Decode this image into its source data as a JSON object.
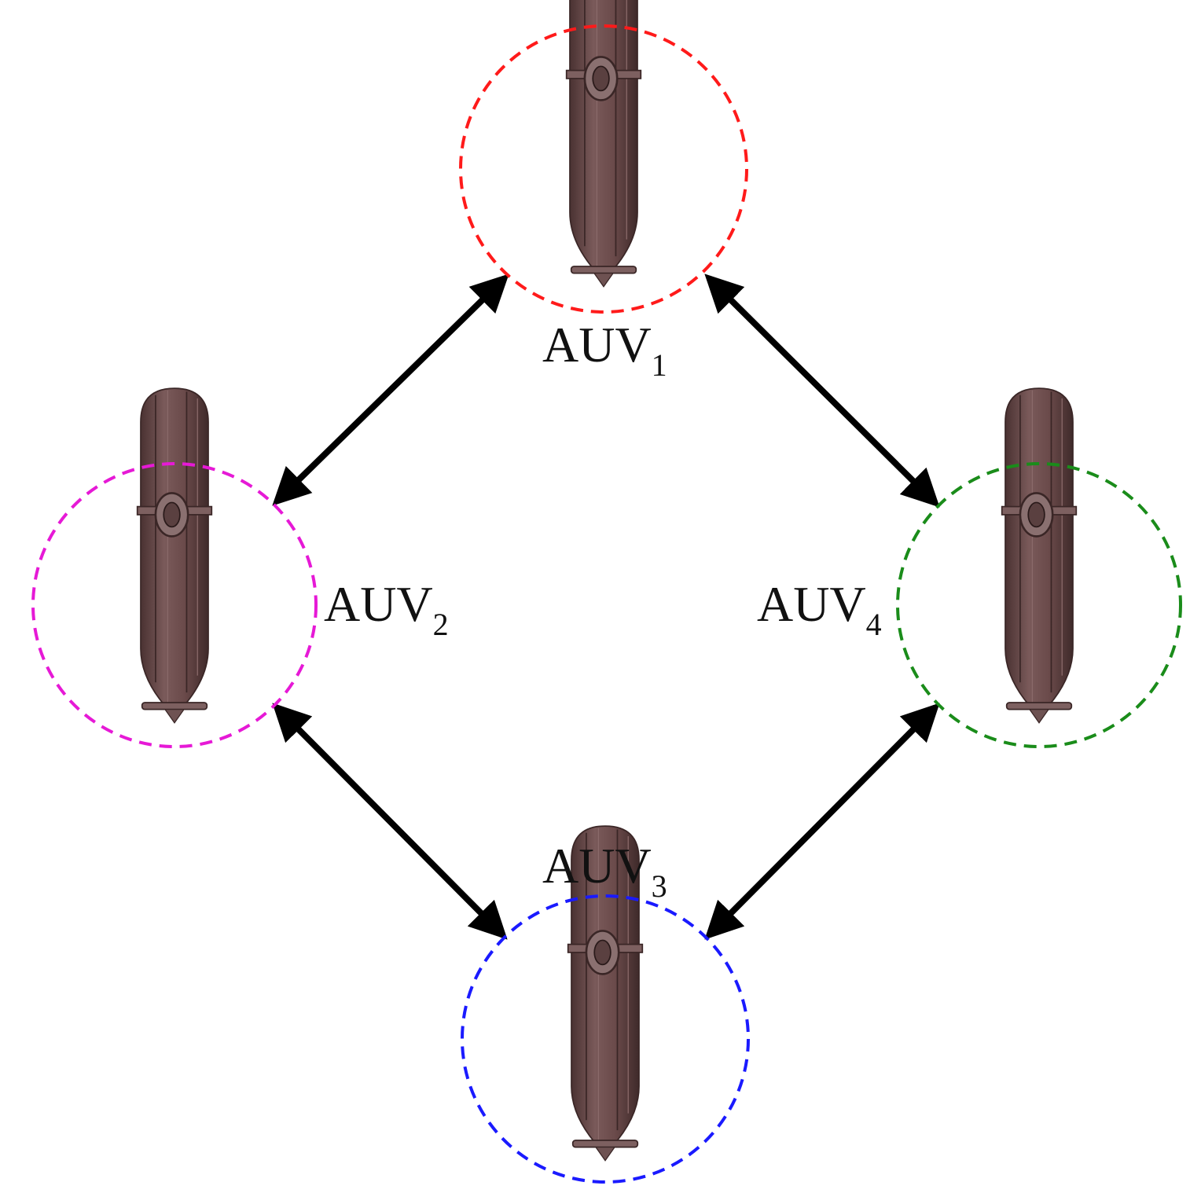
{
  "diagram": {
    "nodes": [
      {
        "id": "auv1",
        "label": "AUV",
        "subscript": "1",
        "ring_color": "#ff1a1a"
      },
      {
        "id": "auv2",
        "label": "AUV",
        "subscript": "2",
        "ring_color": "#e619d6"
      },
      {
        "id": "auv3",
        "label": "AUV",
        "subscript": "3",
        "ring_color": "#1a1aff"
      },
      {
        "id": "auv4",
        "label": "AUV",
        "subscript": "4",
        "ring_color": "#1a8c1a"
      }
    ],
    "links": [
      {
        "from": "auv1",
        "to": "auv2",
        "direction": "bidirectional"
      },
      {
        "from": "auv1",
        "to": "auv4",
        "direction": "bidirectional"
      },
      {
        "from": "auv2",
        "to": "auv3",
        "direction": "bidirectional"
      },
      {
        "from": "auv4",
        "to": "auv3",
        "direction": "bidirectional"
      }
    ],
    "colors": {
      "vehicle_body": "#6e4f4f",
      "vehicle_dark": "#4d3434",
      "arrow": "#000000"
    }
  }
}
